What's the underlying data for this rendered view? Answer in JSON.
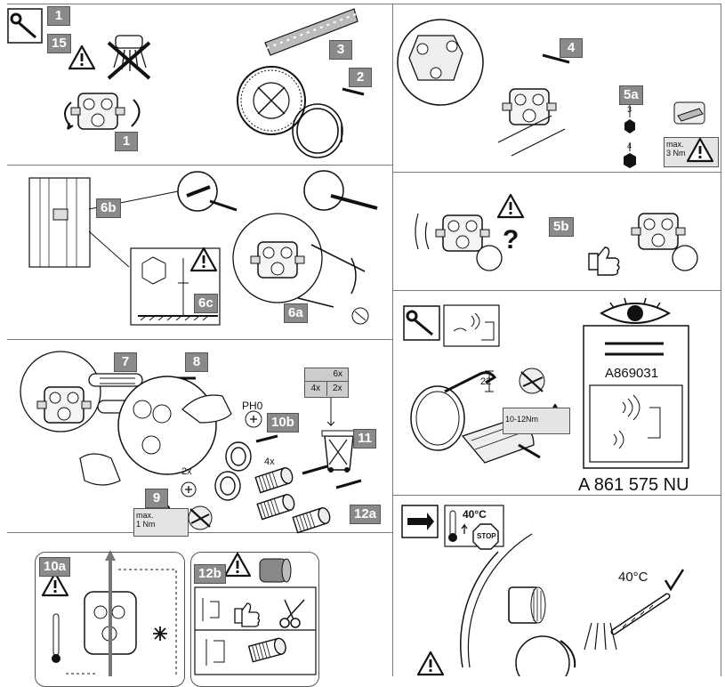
{
  "steps": {
    "s1": "1",
    "s15": "15",
    "s1b": "1",
    "s2": "2",
    "s3": "3",
    "s4": "4",
    "s5a": "5a",
    "s5b": "5b",
    "s6a": "6a",
    "s6b": "6b",
    "s6c": "6c",
    "s7": "7",
    "s8": "8",
    "s9": "9",
    "s10a": "10a",
    "s10b": "10b",
    "s11": "11",
    "s12a": "12a",
    "s12b": "12b"
  },
  "labels": {
    "max3_line1": "max.",
    "max3_line2": "3 Nm",
    "max1_line1": "max.",
    "max1_line2": "1 Nm",
    "ph0": "PH0",
    "x2": "2x",
    "x4": "4x",
    "x6_top": "6x",
    "x4_left": "4x",
    "x2_right": "2x",
    "size3": "3",
    "size4": "4",
    "size22": "22",
    "torque": "10-12Nm",
    "part_short": "A869031",
    "part_long": "A 861 575 NU",
    "temp_sign": "40°C",
    "stop": "STOP",
    "temp_check": "40°C",
    "question": "?"
  },
  "colors": {
    "badge": "#8a8a8a",
    "panel_grey": "#cfcfcf",
    "line": "#222222"
  },
  "icons": [
    "wrench-icon",
    "warning-icon",
    "eye-icon",
    "thumbs-up-icon",
    "thermometer-icon",
    "stop-sign-icon",
    "scissors-icon",
    "screwdriver-icon",
    "recycle-bin-icon",
    "snowflake-icon",
    "hand-icon"
  ]
}
